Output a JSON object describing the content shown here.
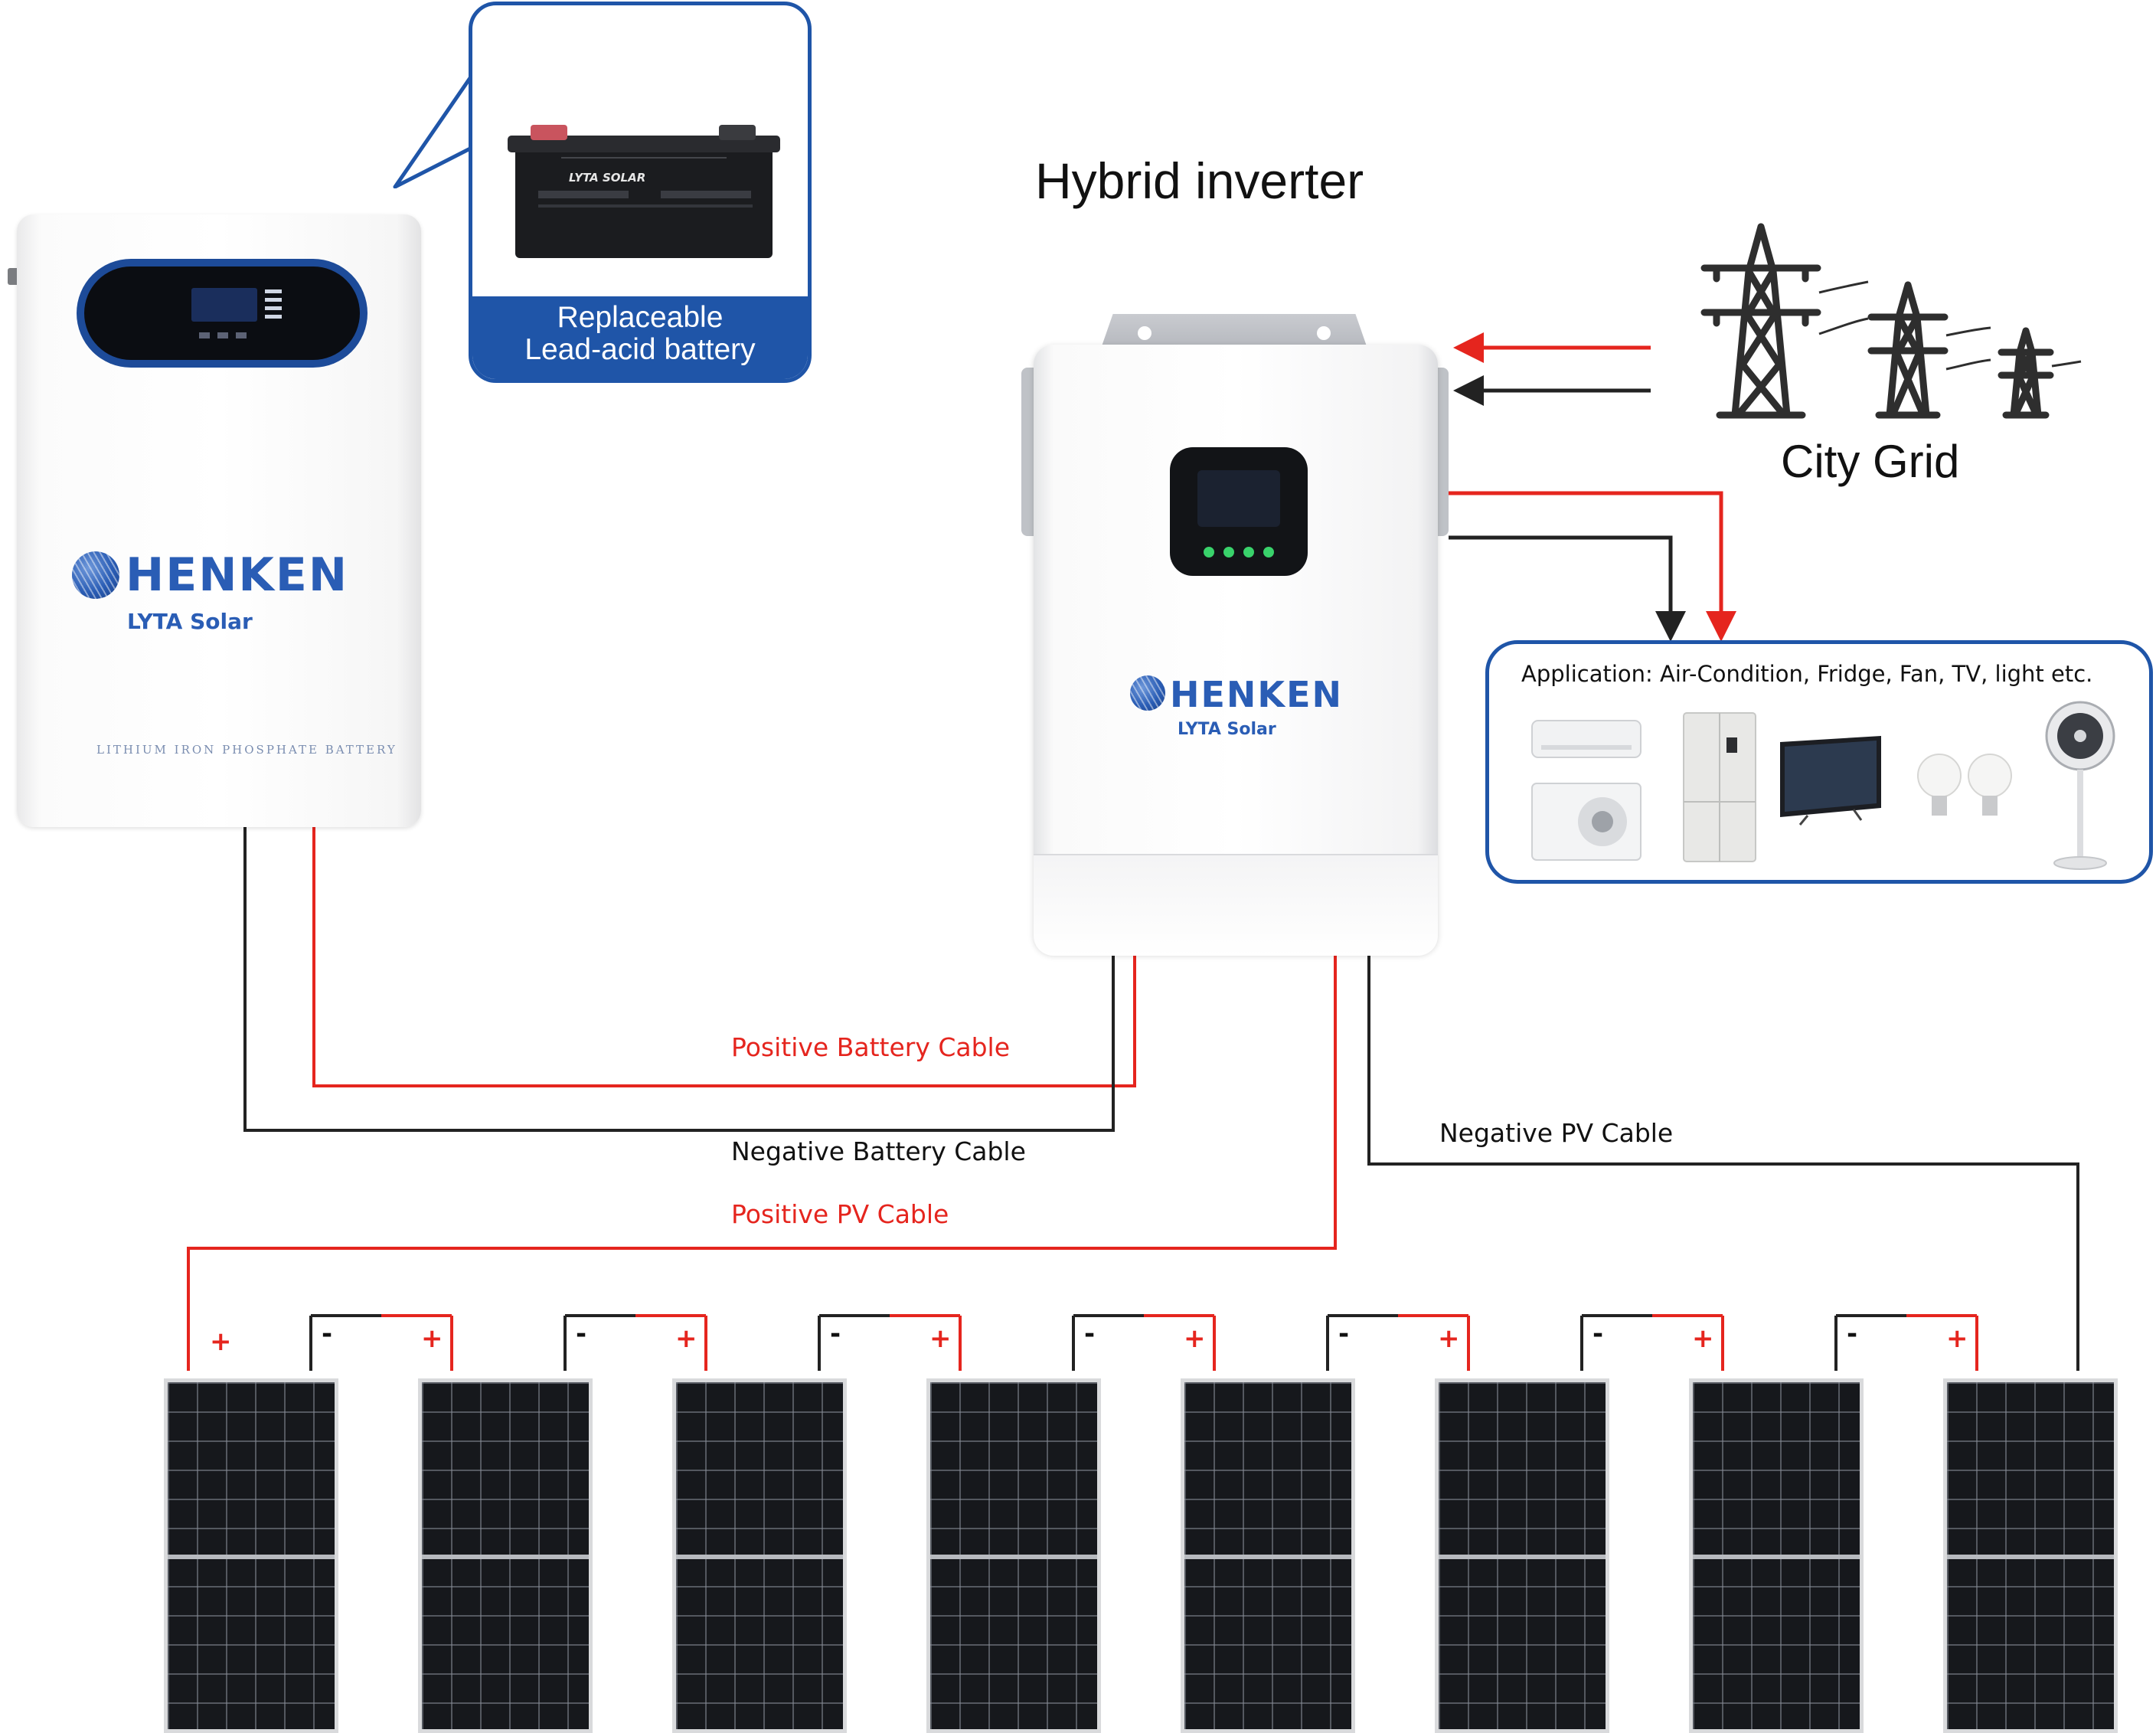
{
  "inverter": {
    "title": "Hybrid inverter",
    "brand": "HENKEN",
    "subbrand": "LYTA Solar"
  },
  "battery": {
    "brand": "HENKEN",
    "subbrand": "LYTA Solar",
    "label": "LITHIUM IRON PHOSPHATE BATTERY"
  },
  "callout": {
    "line1": "Replaceable",
    "line2": "Lead-acid battery",
    "battery_brand": "LYTA SOLAR"
  },
  "grid": {
    "label": "City Grid"
  },
  "application": {
    "text": "Application: Air-Condition, Fridge, Fan, TV, light etc.",
    "icons": [
      "air-conditioner-icon",
      "fridge-icon",
      "tv-icon",
      "light-bulb-icon",
      "fan-icon"
    ]
  },
  "cables": {
    "positive_battery": "Positive Battery Cable",
    "negative_battery": "Negative Battery Cable",
    "positive_pv": "Positive PV Cable",
    "negative_pv": "Negative PV Cable"
  },
  "panels": {
    "count": 8,
    "plus": "+",
    "minus": "-"
  },
  "colors": {
    "positive": "#e5251e",
    "negative": "#222222",
    "brand_blue": "#1f55a8"
  }
}
